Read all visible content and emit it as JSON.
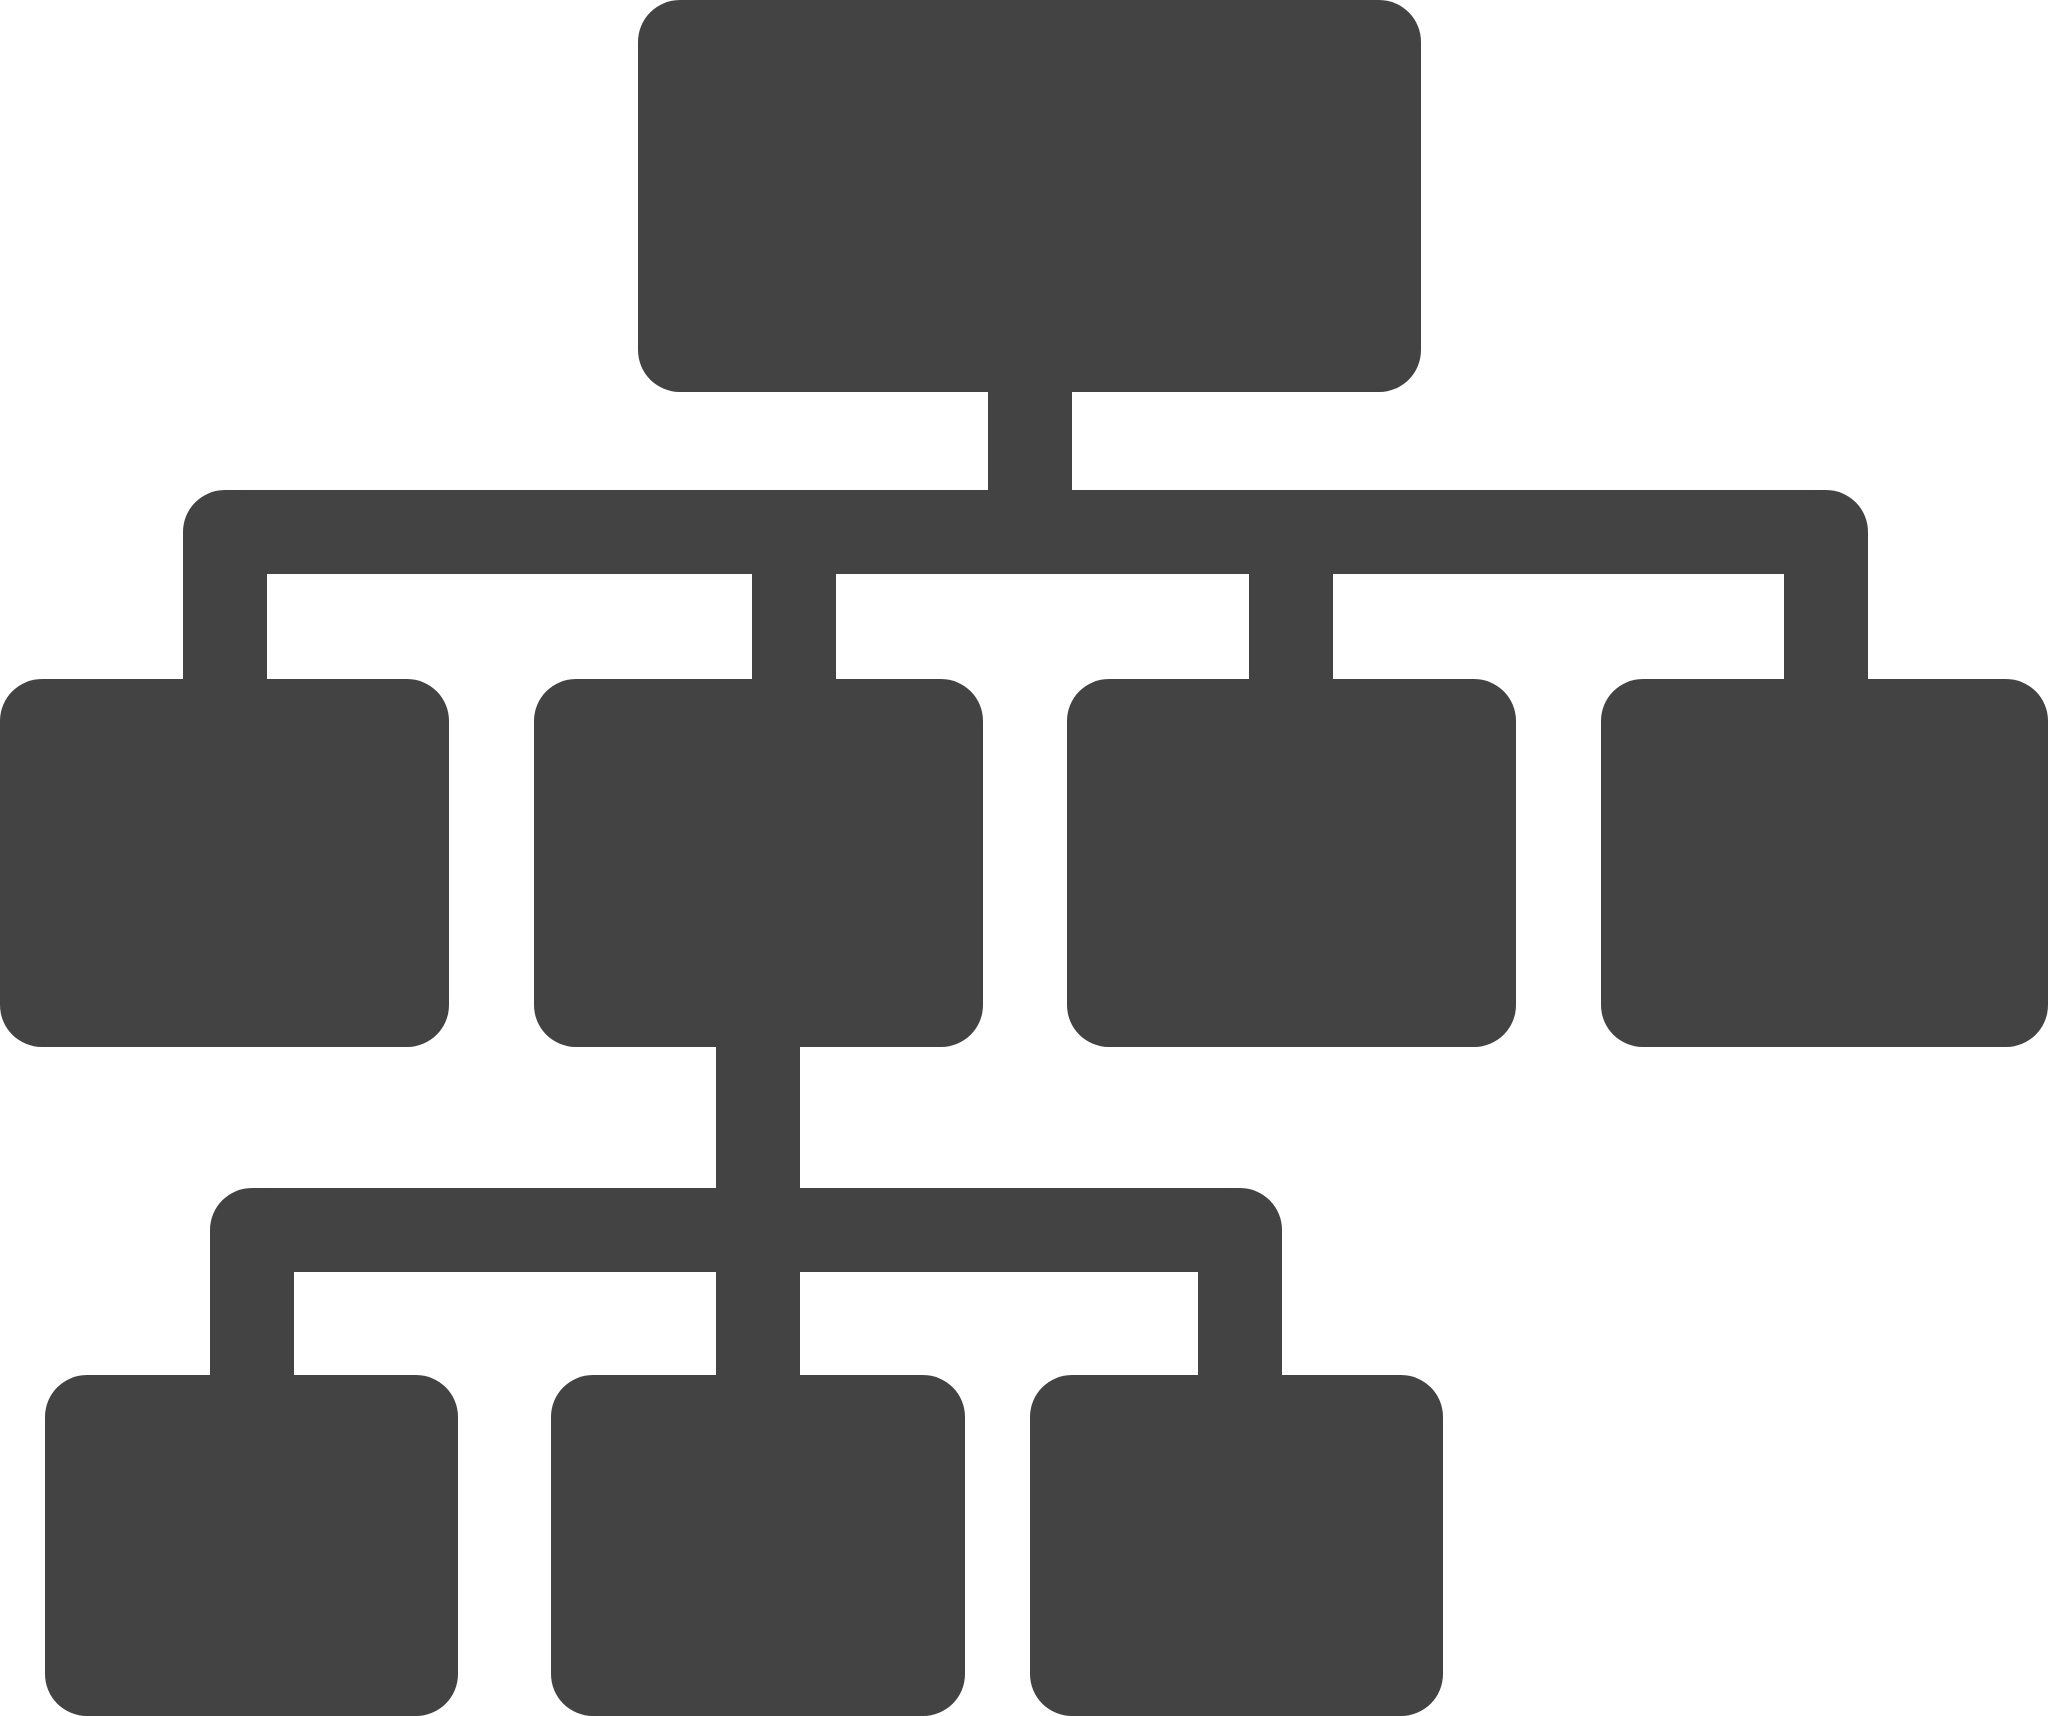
{
  "diagram": {
    "icon": "org-chart-icon",
    "fill_color": "#434343",
    "background_color": "#ffffff",
    "levels": [
      {
        "name": "top",
        "node_count": 1
      },
      {
        "name": "middle",
        "node_count": 4
      },
      {
        "name": "bottom",
        "node_count": 3
      }
    ],
    "nodes": [
      {
        "id": "root",
        "level": 0,
        "text": ""
      },
      {
        "id": "child-1",
        "level": 1,
        "parent": "root",
        "text": ""
      },
      {
        "id": "child-2",
        "level": 1,
        "parent": "root",
        "text": ""
      },
      {
        "id": "child-3",
        "level": 1,
        "parent": "root",
        "text": ""
      },
      {
        "id": "child-4",
        "level": 1,
        "parent": "root",
        "text": ""
      },
      {
        "id": "grandchild-1",
        "level": 2,
        "parent": "child-2",
        "text": ""
      },
      {
        "id": "grandchild-2",
        "level": 2,
        "parent": "child-2",
        "text": ""
      },
      {
        "id": "grandchild-3",
        "level": 2,
        "parent": "child-2",
        "text": ""
      }
    ]
  }
}
